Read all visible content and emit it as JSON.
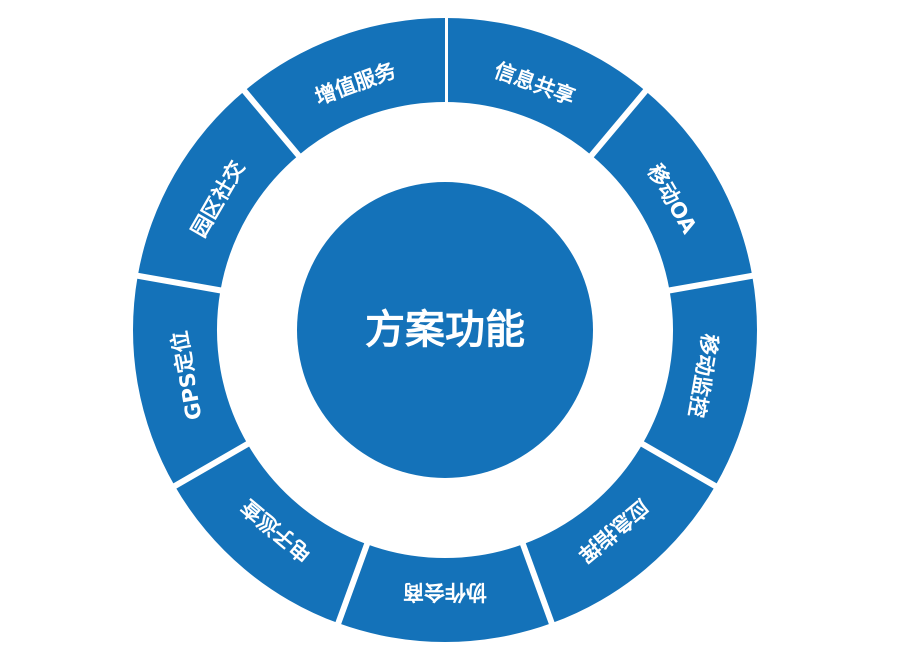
{
  "center": {
    "title": "方案功能"
  },
  "segments": [
    {
      "label": "信息共享",
      "name": "segment-info-sharing"
    },
    {
      "label": "移动OA",
      "name": "segment-mobile-oa"
    },
    {
      "label": "移动监控",
      "name": "segment-mobile-monitoring"
    },
    {
      "label": "应急指挥",
      "name": "segment-emergency-command"
    },
    {
      "label": "协作会商",
      "name": "segment-collaborative-consultation"
    },
    {
      "label": "电子巡查",
      "name": "segment-electronic-patrol"
    },
    {
      "label": "GPS定位",
      "name": "segment-gps-positioning"
    },
    {
      "label": "园区社交",
      "name": "segment-park-social"
    },
    {
      "label": "增值服务",
      "name": "segment-value-added-services"
    }
  ],
  "colors": {
    "ring": "#1472b9",
    "center": "#1472b9",
    "gap": "#ffffff",
    "text": "#ffffff"
  }
}
